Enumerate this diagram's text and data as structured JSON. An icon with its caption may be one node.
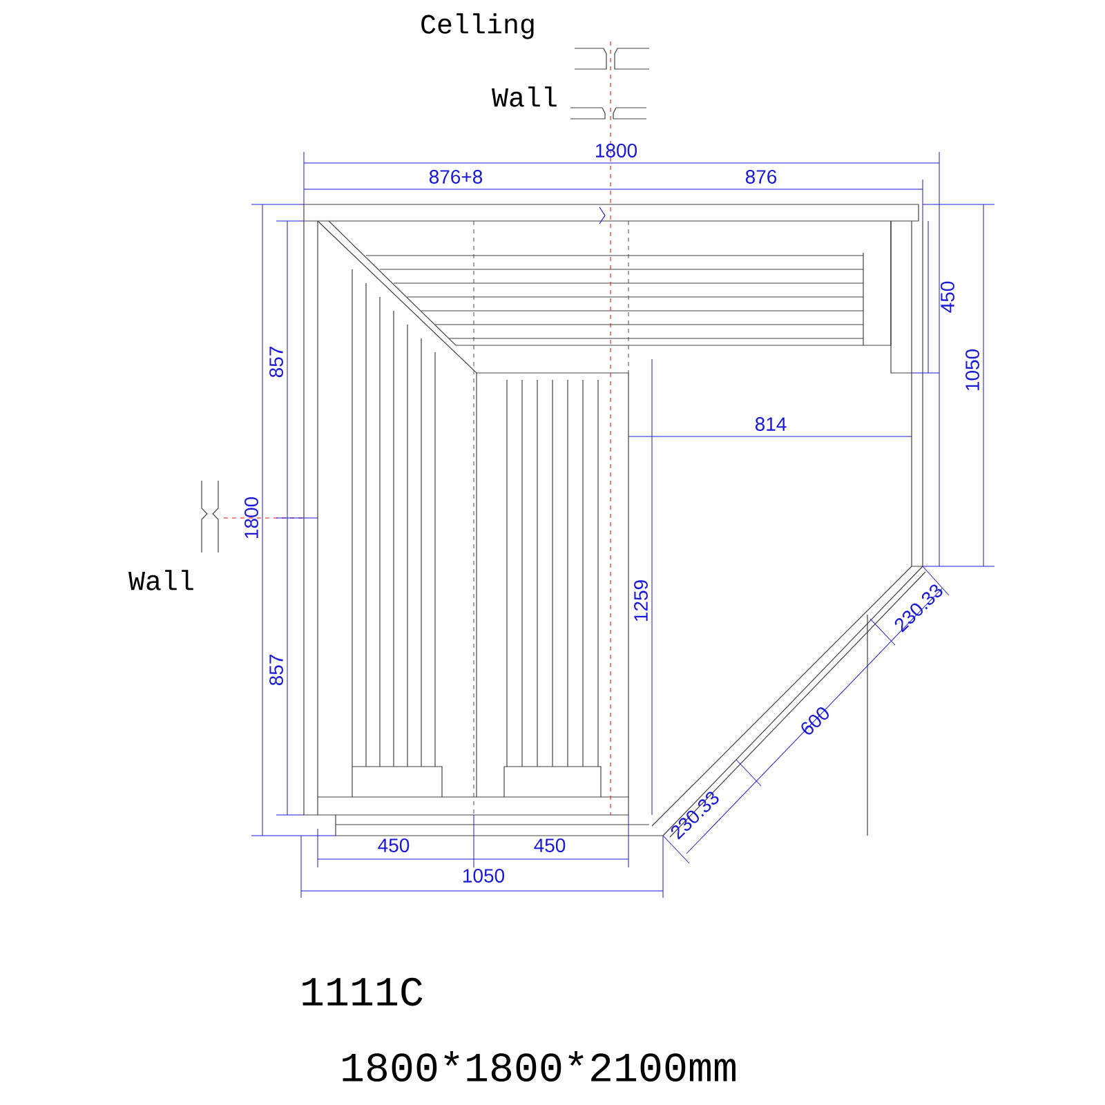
{
  "diagram": {
    "labels": [
      "Celling",
      "Wall",
      "1800",
      "876+8",
      "876",
      "450",
      "1050",
      "857",
      "1800",
      "857",
      "814",
      "1259",
      "Wall",
      "230.33",
      "600",
      "230.33",
      "450",
      "450",
      "1050",
      "1111C",
      "1800*1800*2100mm"
    ]
  }
}
